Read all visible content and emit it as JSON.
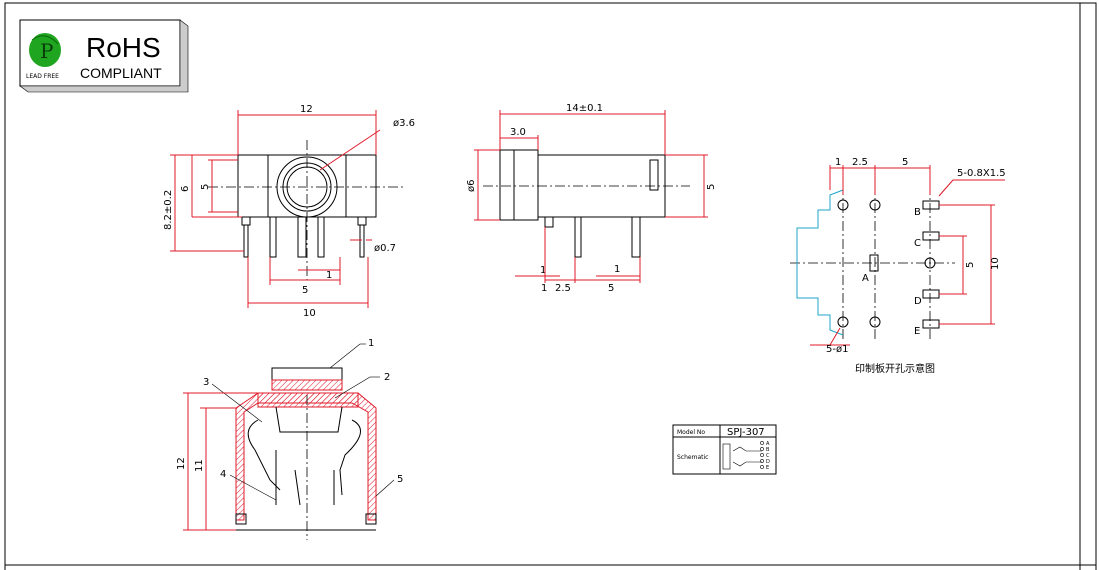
{
  "logo": {
    "title": "RoHS",
    "subtitle": "COMPLIANT",
    "badge_text": "LEAD FREE",
    "badge_letter": "P",
    "colors": {
      "leaf": "#1fa51f",
      "frame": "#000000"
    }
  },
  "front_view": {
    "width": "12",
    "hole_dia": "ø3.6",
    "height_total": "8.2±0.2",
    "height_6": "6",
    "height_5": "5",
    "pin_dia": "ø0.7",
    "pitch_1": "1",
    "pitch_5": "5",
    "pitch_10": "10"
  },
  "side_view": {
    "length": "14±0.1",
    "front_len": "3.0",
    "dia": "ø6",
    "height": "5",
    "pin_1a": "1",
    "pin_1b": "1",
    "pin_25": "2.5",
    "pin_5": "5"
  },
  "pcb_layout": {
    "d1": "1",
    "d25": "2.5",
    "d5": "5",
    "slot": "5-0.8X1.5",
    "holes": "5-ø1",
    "v5": "5",
    "v10": "10",
    "pins": [
      "A",
      "B",
      "C",
      "D",
      "E"
    ],
    "caption": "印制板开孔示意图"
  },
  "section_view": {
    "callouts": [
      "1",
      "2",
      "3",
      "4",
      "5"
    ],
    "h12": "12",
    "h11": "11"
  },
  "title_block": {
    "model_label": "Model No",
    "model_value": "SPJ-307",
    "schematic_label": "Schematic",
    "schematic_pins": [
      "A",
      "B",
      "C",
      "D",
      "E"
    ]
  },
  "colors": {
    "dimension_red": "#e0192a",
    "pcb_cyan": "#1fa6c8",
    "hatch": "#e0192a"
  }
}
